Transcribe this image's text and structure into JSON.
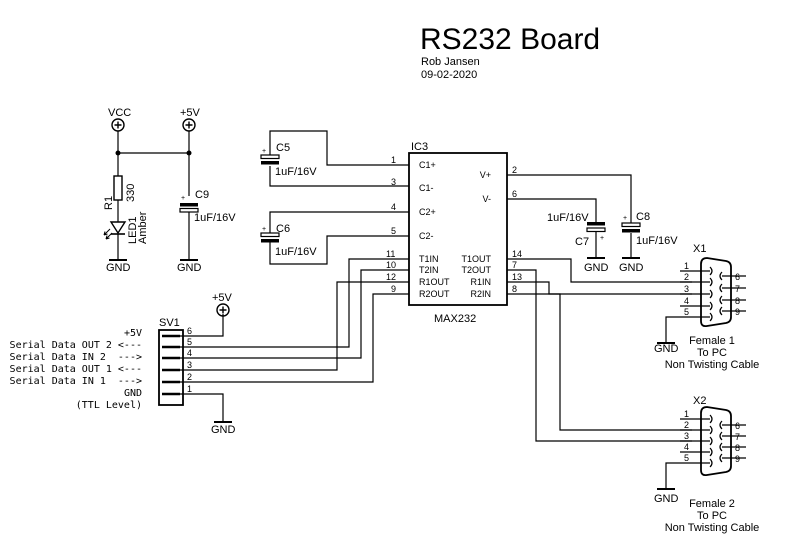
{
  "title": {
    "main": "RS232 Board",
    "author": "Rob Jansen",
    "date": "09-02-2020"
  },
  "power": {
    "vcc": "VCC",
    "p5v": "+5V",
    "gnd": "GND"
  },
  "components": {
    "r1": {
      "ref": "R1",
      "value": "330"
    },
    "led1": {
      "ref": "LED1",
      "value": "Amber"
    },
    "c5": {
      "ref": "C5",
      "value": "1uF/16V"
    },
    "c6": {
      "ref": "C6",
      "value": "1uF/16V"
    },
    "c7": {
      "ref": "C7",
      "value": "1uF/16V"
    },
    "c8": {
      "ref": "C8",
      "value": "1uF/16V"
    },
    "c9": {
      "ref": "C9",
      "value": "1uF/16V"
    },
    "ic3": {
      "ref": "IC3",
      "value": "MAX232",
      "pins_left": [
        "C1+",
        "C1-",
        "C2+",
        "C2-",
        "T1IN",
        "T2IN",
        "R1OUT",
        "R2OUT"
      ],
      "pins_right": [
        "V+",
        "V-",
        "T1OUT",
        "T2OUT",
        "R1IN",
        "R2IN"
      ],
      "nums_left": [
        "1",
        "3",
        "4",
        "5",
        "11",
        "10",
        "12",
        "9"
      ],
      "nums_right": [
        "2",
        "6",
        "14",
        "7",
        "13",
        "8"
      ]
    },
    "sv1": {
      "ref": "SV1",
      "pins": [
        "6",
        "5",
        "4",
        "3",
        "2",
        "1"
      ],
      "labels": [
        "+5V",
        "Serial Data OUT 2 <---",
        "Serial Data IN 2  --->",
        "Serial Data OUT 1 <---",
        "Serial Data IN 1  --->",
        "GND"
      ],
      "note": "(TTL Level)"
    },
    "x1": {
      "ref": "X1",
      "pins_left": [
        "1",
        "2",
        "3",
        "4",
        "5"
      ],
      "pins_right": [
        "6",
        "7",
        "8",
        "9"
      ],
      "caption": [
        "Female 1",
        "To PC",
        "Non Twisting Cable"
      ]
    },
    "x2": {
      "ref": "X2",
      "pins_left": [
        "1",
        "2",
        "3",
        "4",
        "5"
      ],
      "pins_right": [
        "6",
        "7",
        "8",
        "9"
      ],
      "caption": [
        "Female 2",
        "To PC",
        "Non Twisting Cable"
      ]
    }
  }
}
